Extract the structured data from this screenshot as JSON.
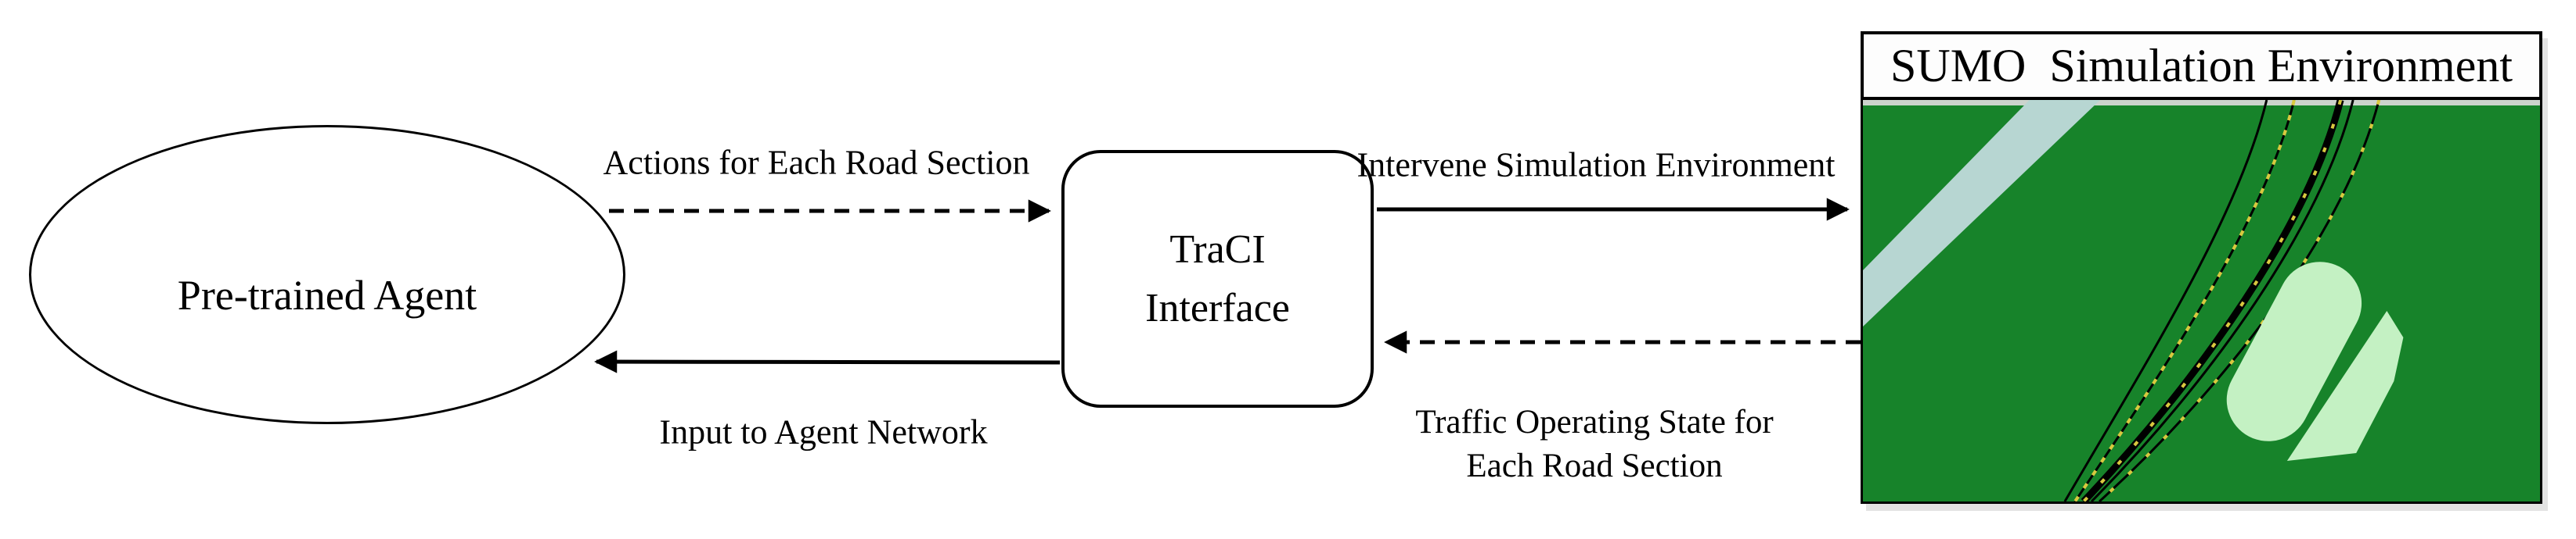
{
  "diagram": {
    "nodes": {
      "agent": {
        "label": "Pre-trained Agent"
      },
      "traci": {
        "line1": "TraCI",
        "line2": "Interface"
      },
      "sumo": {
        "title": "SUMO  Simulation Environment"
      }
    },
    "arrows": {
      "actions": {
        "label": "Actions for Each Road Section",
        "style": "dashed",
        "from": "agent",
        "to": "traci"
      },
      "intervene": {
        "label": "Intervene Simulation Environment",
        "style": "solid",
        "from": "traci",
        "to": "sumo"
      },
      "state": {
        "line1": "Traffic Operating State for",
        "line2": "Each Road Section",
        "style": "dashed",
        "from": "sumo",
        "to": "traci"
      },
      "input": {
        "label": "Input to Agent Network",
        "style": "solid",
        "from": "traci",
        "to": "agent"
      }
    },
    "colors": {
      "ink": "#000000",
      "paper": "#ffffff",
      "grass": "#17832a",
      "river": "#b7d6d2",
      "landmark": "#c4f1c3",
      "vehicle": "#d9c93f",
      "strip": "#ccd3cc",
      "shadow": "#e3e3e3"
    }
  }
}
